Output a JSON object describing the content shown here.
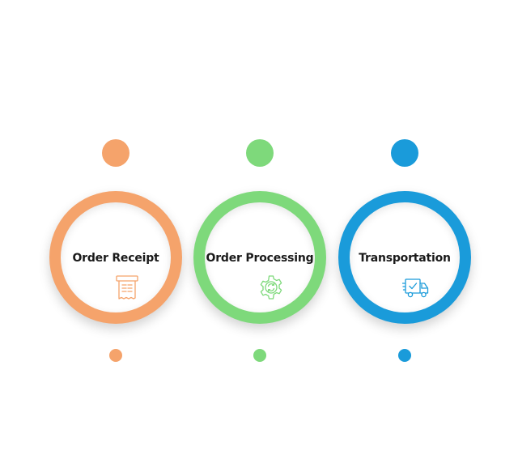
{
  "steps": [
    {
      "label": "Order Receipt",
      "color": "#F5A36B",
      "icon": "receipt-icon"
    },
    {
      "label": "Order Processing",
      "color": "#7ED97B",
      "icon": "gear-icon"
    },
    {
      "label": "Transportation",
      "color": "#1A9BDA",
      "icon": "delivery-truck-icon"
    }
  ]
}
